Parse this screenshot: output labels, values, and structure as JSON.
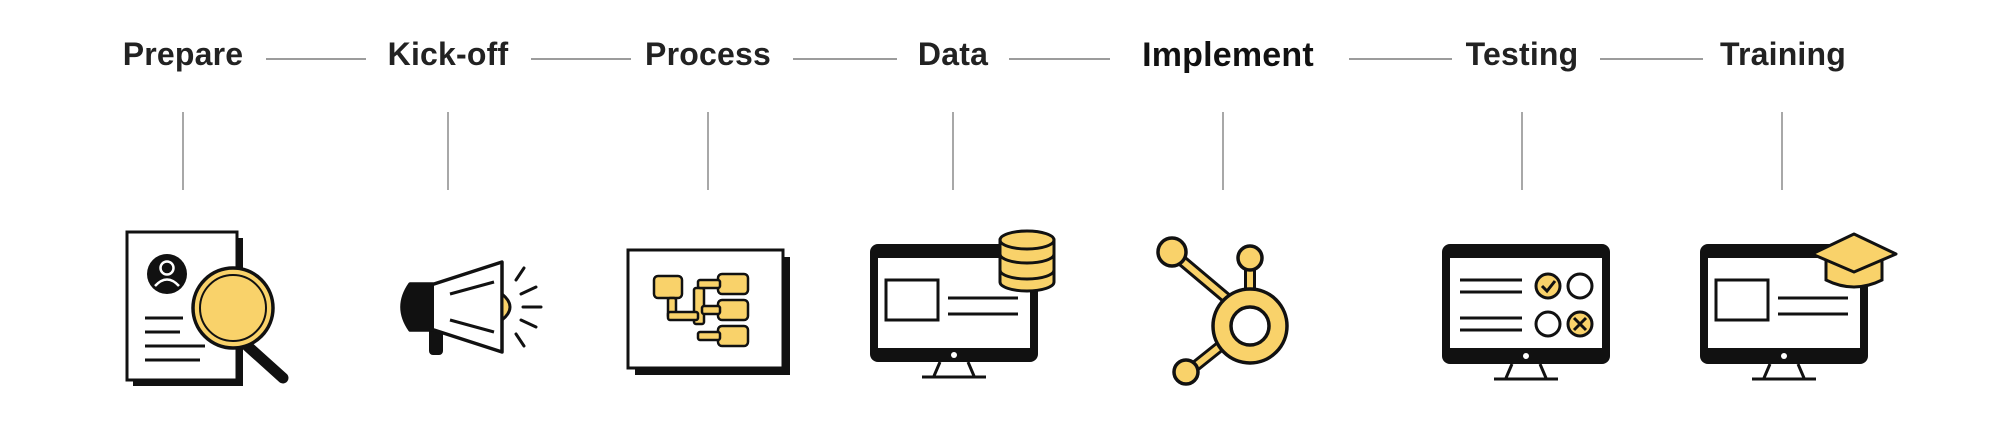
{
  "steps": [
    {
      "label": "Prepare",
      "icon": "resume-magnifier-icon"
    },
    {
      "label": "Kick-off",
      "icon": "megaphone-icon"
    },
    {
      "label": "Process",
      "icon": "process-flowchart-icon"
    },
    {
      "label": "Data",
      "icon": "monitor-database-icon"
    },
    {
      "label": "Implement",
      "icon": "hubspot-sprocket-icon"
    },
    {
      "label": "Testing",
      "icon": "monitor-checklist-icon"
    },
    {
      "label": "Training",
      "icon": "monitor-graduation-cap-icon"
    }
  ],
  "colors": {
    "accent": "#F9D26A",
    "ink": "#111111",
    "text": "#222222",
    "connector": "#9C9C9C"
  }
}
